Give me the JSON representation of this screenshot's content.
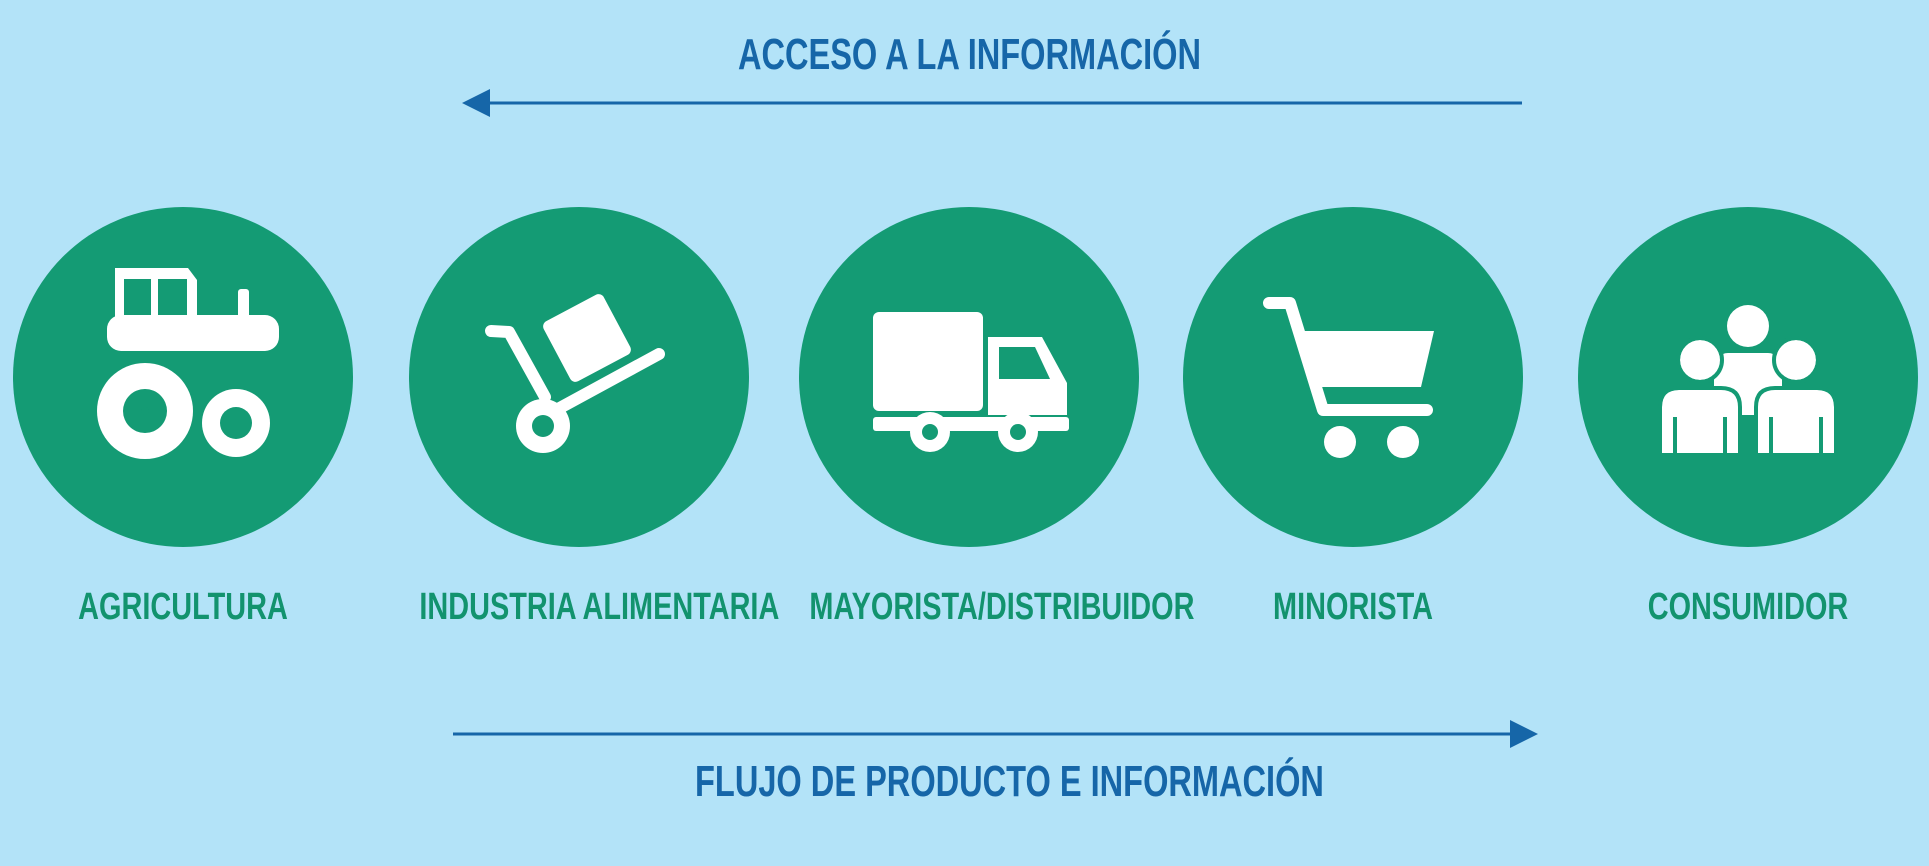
{
  "diagram": {
    "top_label": "ACCESO A LA INFORMACIÓN",
    "bottom_label": "FLUJO DE PRODUCTO E INFORMACIÓN",
    "stages": [
      {
        "label": "AGRICULTURA",
        "icon": "tractor-icon"
      },
      {
        "label": "INDUSTRIA ALIMENTARIA",
        "icon": "hand-truck-icon"
      },
      {
        "label": "MAYORISTA/DISTRIBUIDOR",
        "icon": "truck-icon"
      },
      {
        "label": "MINORISTA",
        "icon": "shopping-cart-icon"
      },
      {
        "label": "CONSUMIDOR",
        "icon": "people-icon"
      }
    ]
  },
  "colors": {
    "background": "#b3e3f8",
    "circle": "#149b74",
    "stage_label": "#12936e",
    "arrow_and_flow_label": "#1666a8",
    "icon": "#ffffff"
  }
}
